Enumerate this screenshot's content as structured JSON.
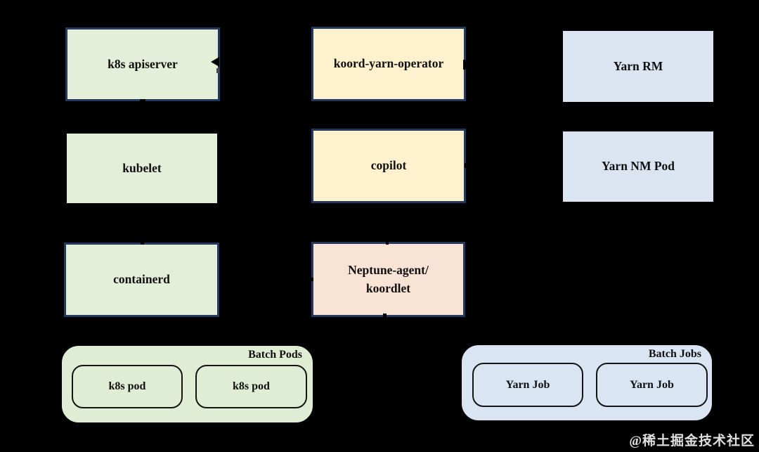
{
  "diagram": {
    "background": "#000000",
    "palette": {
      "green_fill": "#e4efda",
      "green_group_fill": "#deedd3",
      "yellow_fill": "#fdf2cd",
      "blue_fill": "#dbe5f2",
      "blue_group_fill": "#d9e5f3",
      "pink_fill": "#f9e3d5",
      "navy_border": "#24395d",
      "black_border": "#000000",
      "text": "#101010",
      "watermark_text": "#f2f2f2"
    },
    "nodes": [
      {
        "id": "k8s-apiserver",
        "label": "k8s apiserver",
        "fill": "green",
        "border": "navy"
      },
      {
        "id": "koord-yarn-operator",
        "label": "koord-yarn-operator",
        "fill": "yellow",
        "border": "navy"
      },
      {
        "id": "yarn-rm",
        "label": "Yarn RM",
        "fill": "blue",
        "border": "black"
      },
      {
        "id": "kubelet",
        "label": "kubelet",
        "fill": "green",
        "border": "black"
      },
      {
        "id": "copilot",
        "label": "copilot",
        "fill": "yellow",
        "border": "navy"
      },
      {
        "id": "yarn-nm-pod",
        "label": "Yarn NM Pod",
        "fill": "blue",
        "border": "black"
      },
      {
        "id": "containerd",
        "label": "containerd",
        "fill": "green",
        "border": "navy"
      },
      {
        "id": "neptune-agent-koordlet",
        "label": "Neptune-agent/\nkoordlet",
        "fill": "pink",
        "border": "navy"
      }
    ],
    "groups": [
      {
        "id": "batch-pods",
        "title": "Batch Pods",
        "fill": "green",
        "items": [
          {
            "label": "k8s pod"
          },
          {
            "label": "k8s pod"
          }
        ]
      },
      {
        "id": "batch-jobs",
        "title": "Batch Jobs",
        "fill": "blue",
        "items": [
          {
            "label": "Yarn Job"
          },
          {
            "label": "Yarn Job"
          }
        ]
      }
    ],
    "watermark": "@稀土掘金技术社区"
  }
}
